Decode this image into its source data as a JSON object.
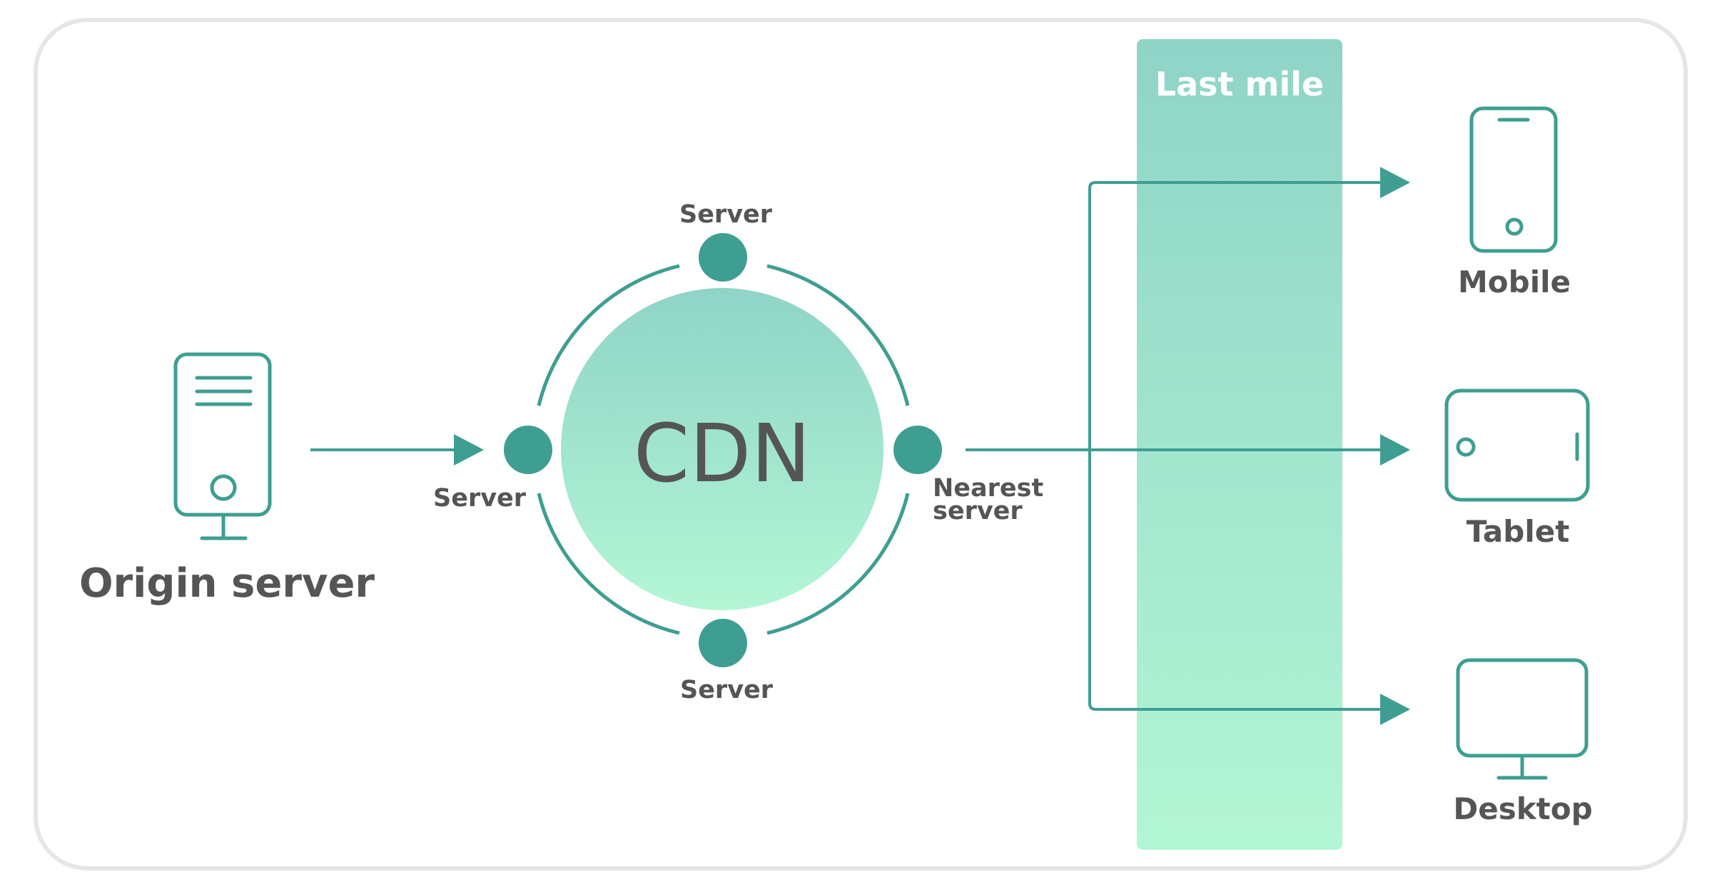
{
  "colors": {
    "accent": "#3e9e91",
    "text": "#555555",
    "frame": "#e6e6e6",
    "gradient_top": "#8fd4c7",
    "gradient_bottom": "#b3f6d5"
  },
  "origin": {
    "label": "Origin server",
    "icon": "server-tower-icon"
  },
  "cdn": {
    "label": "CDN",
    "servers": {
      "top": "Server",
      "left": "Server",
      "bottom": "Server",
      "right_line1": "Nearest",
      "right_line2": "server"
    }
  },
  "last_mile": {
    "label": "Last mile"
  },
  "devices": [
    {
      "label": "Mobile",
      "icon": "mobile-phone-icon"
    },
    {
      "label": "Tablet",
      "icon": "tablet-icon"
    },
    {
      "label": "Desktop",
      "icon": "desktop-monitor-icon"
    }
  ]
}
